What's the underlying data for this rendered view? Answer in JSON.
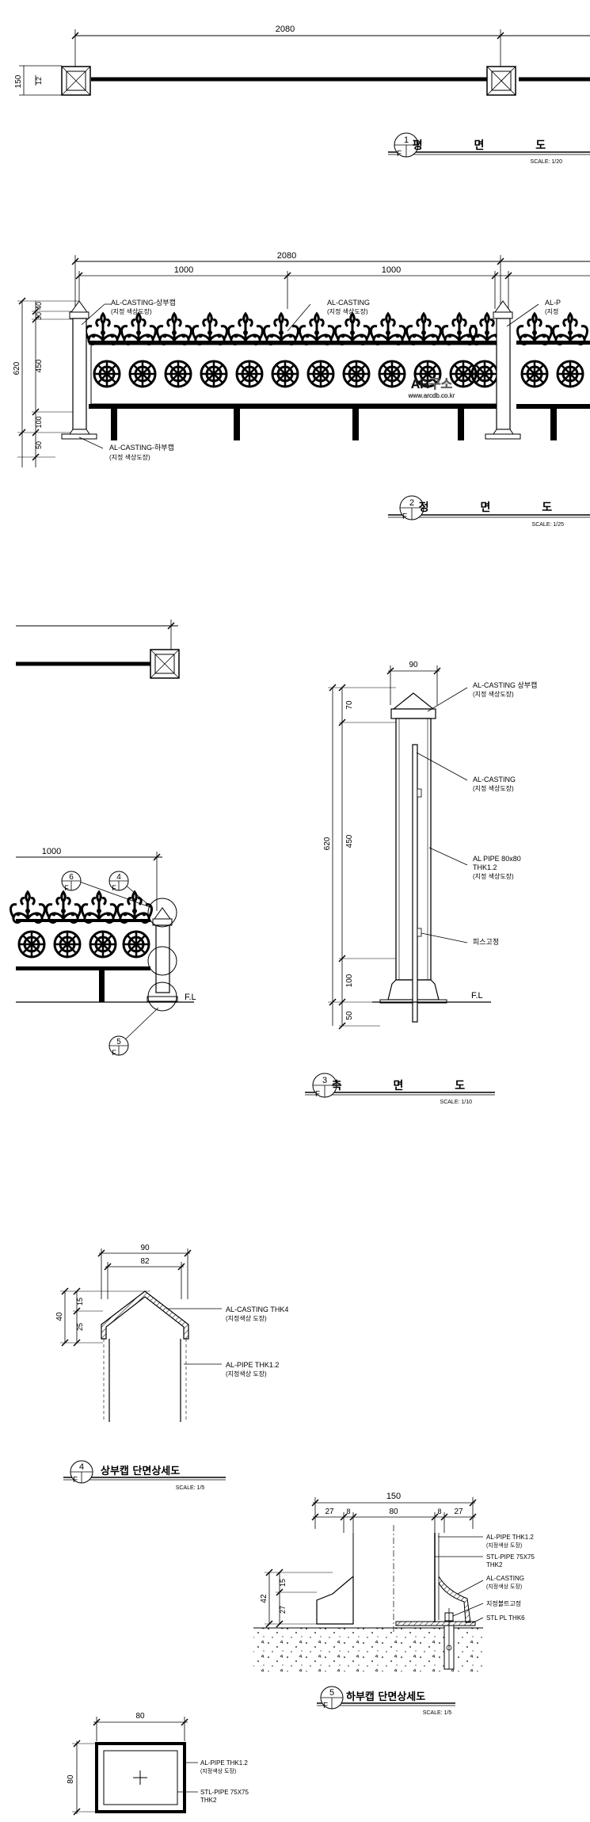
{
  "plan_view": {
    "dim_total": "2080",
    "dim_height": "150",
    "dim_post": "12",
    "title": "평 면 도",
    "detail_no": "1",
    "sheet_ref": "F",
    "scale": "SCALE: 1/20"
  },
  "front_view": {
    "dim_total": "2080",
    "dim_half_1": "1000",
    "dim_half_2": "1000",
    "dim_h_total": "620",
    "dim_h_450": "450",
    "dim_h_40": "40",
    "dim_h_30": "30",
    "dim_h_100": "100",
    "dim_h_50": "50",
    "note_cap_1": "AL-CASTING-상부캡",
    "note_cap_2": "(지정 색상도장)",
    "note_panel_1": "AL-CASTING",
    "note_panel_2": "(지정 색상도장)",
    "note_right_1": "AL-P",
    "note_right_2": "(지정",
    "note_base_1": "AL-CASTING-하부캡",
    "note_base_2": "(지정 색상도장)",
    "watermark_1": "AR구소",
    "watermark_2": "www.arcdb.co.kr",
    "title": "정 면 도",
    "detail_no": "2",
    "sheet_ref": "F",
    "scale": "SCALE: 1/25"
  },
  "key_view": {
    "dim_1000": "1000",
    "callout_6": "6",
    "callout_4": "4",
    "callout_5": "5",
    "sheet_ref": "F",
    "fl": "F.L"
  },
  "side_view": {
    "dim_width": "90",
    "dim_h_620": "620",
    "dim_h_70": "70",
    "dim_h_450": "450",
    "dim_h_100": "100",
    "dim_h_50": "50",
    "note_cap_1": "AL-CASTING 상부캡",
    "note_cap_2": "(지정 색상도장)",
    "note_cast_1": "AL-CASTING",
    "note_cast_2": "(지정 색상도장)",
    "note_pipe_1": "AL PIPE 80x80",
    "note_pipe_2": "THK1.2",
    "note_pipe_3": "(지정 색상도장)",
    "note_screw": "피스고정",
    "fl": "F.L",
    "title": "측 면 도",
    "detail_no": "3",
    "sheet_ref": "F",
    "scale": "SCALE: 1/10"
  },
  "top_cap_detail": {
    "dim_90": "90",
    "dim_82": "82",
    "dim_40": "40",
    "dim_15": "15",
    "dim_25": "25",
    "note_cast_1": "AL-CASTING THK4",
    "note_cast_2": "(지정색상 도장)",
    "note_pipe_1": "AL-PIPE THK1.2",
    "note_pipe_2": "(지정색상 도장)",
    "title": "상부캡 단면상세도",
    "detail_no": "4",
    "sheet_ref": "F",
    "scale": "SCALE: 1/5"
  },
  "bottom_cap_detail": {
    "dim_150": "150",
    "dim_27a": "27",
    "dim_8a": "8",
    "dim_80": "80",
    "dim_8b": "8",
    "dim_27b": "27",
    "dim_42": "42",
    "dim_27c": "27",
    "dim_15": "15",
    "note_pipe_1": "AL-PIPE THK1.2",
    "note_pipe_2": "(지정색상 도장)",
    "note_stl_1": "STL-PIPE 75X75",
    "note_stl_2": "THK2",
    "note_cast_1": "AL-CASTING",
    "note_cast_2": "(지정색상 도장)",
    "note_anchor": "지정볼트고정",
    "note_plate": "STL PL THK6",
    "title": "하부캡 단면상세도",
    "detail_no": "5",
    "sheet_ref": "F",
    "scale": "SCALE: 1/5"
  },
  "section_detail": {
    "dim_80_w": "80",
    "dim_80_h": "80",
    "note_pipe_1": "AL-PIPE THK1.2",
    "note_pipe_2": "(지정색상 도장)",
    "note_stl_1": "STL-PIPE 75X75",
    "note_stl_2": "THK2"
  }
}
